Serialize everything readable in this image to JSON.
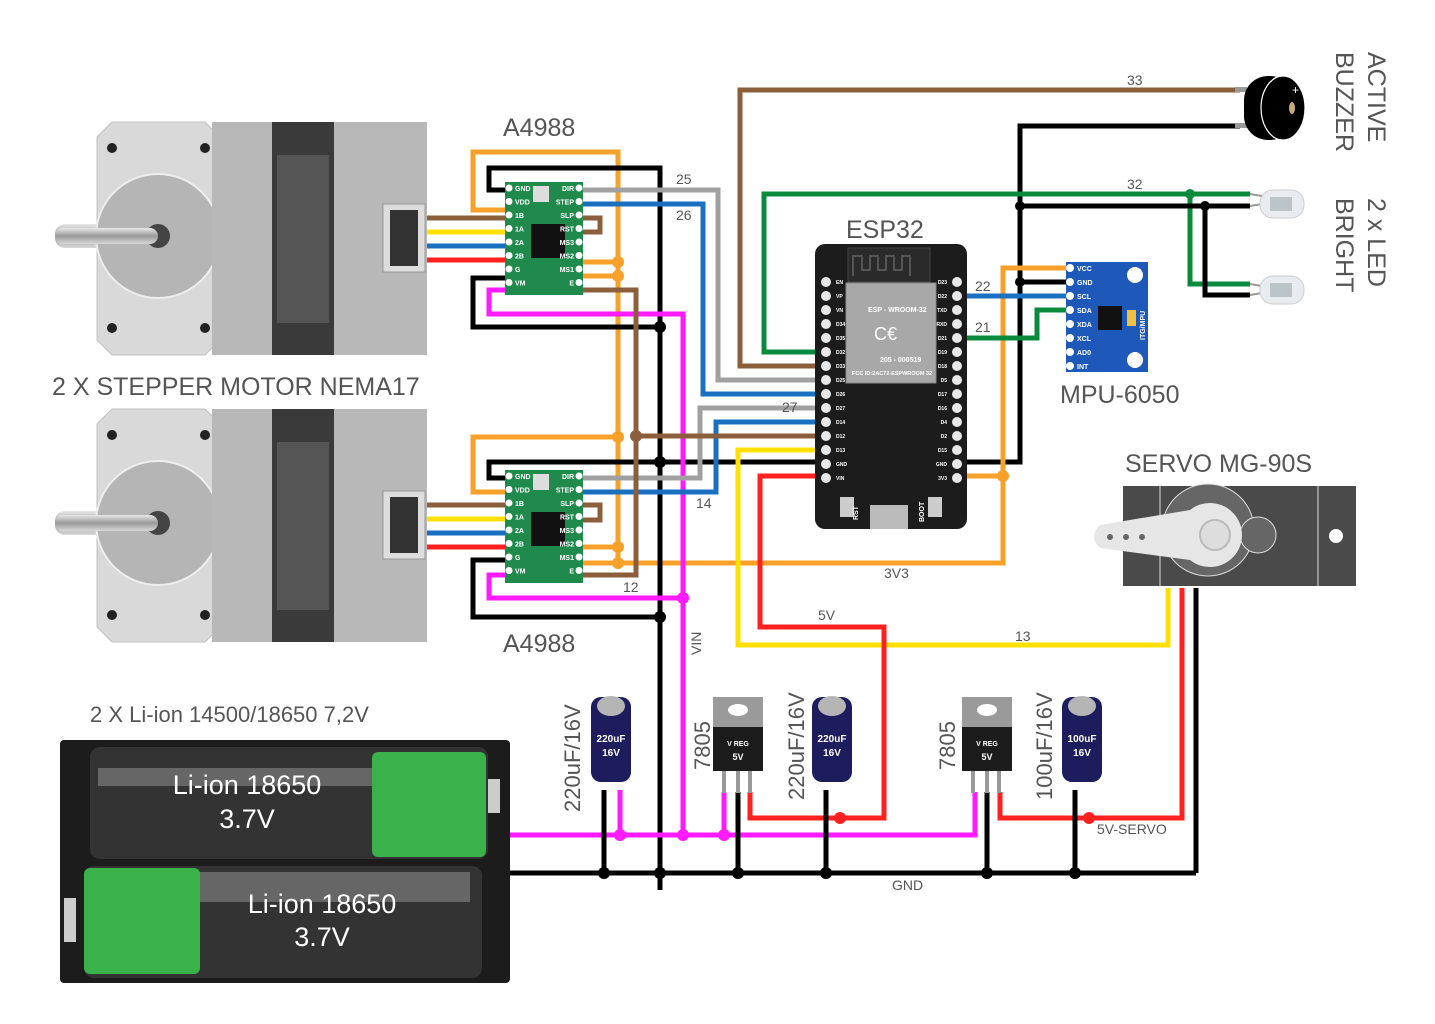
{
  "title": "ESP32 dual stepper robot wiring diagram",
  "colors": {
    "gnd": "#000000",
    "vin": "#ff1aff",
    "v5": "#ff2020",
    "v3": "#f7a02a",
    "brown": "#8b5e3c",
    "yellow": "#ffe000",
    "blue": "#1a6fc0",
    "gray": "#a0a0a0",
    "green": "#0a8a3c",
    "label": "#555555"
  },
  "components": {
    "stepper_label": "2 X STEPPER MOTOR NEMA17",
    "driver_top_label": "A4988",
    "driver_bottom_label": "A4988",
    "driver_pins_left": [
      "GND",
      "VDD",
      "1B",
      "1A",
      "2A",
      "2B",
      "G",
      "VM"
    ],
    "driver_pins_right": [
      "DIR",
      "STEP",
      "SLP",
      "RST",
      "MS3",
      "MS2",
      "MS1",
      "E"
    ],
    "esp32_label": "ESP32",
    "esp32_module_text": [
      "ESP - WROOM-32",
      "205 - 000519",
      "FCC ID:2AC72-ESPWROOM 32"
    ],
    "esp32_pins_left": [
      "EN",
      "VP",
      "VN",
      "D34",
      "D35",
      "D32",
      "D33",
      "D25",
      "D26",
      "D27",
      "D14",
      "D12",
      "D13",
      "GND",
      "VIN"
    ],
    "esp32_pins_right": [
      "D23",
      "D22",
      "TXD",
      "RXD",
      "D21",
      "D19",
      "D18",
      "D5",
      "D17",
      "D16",
      "D4",
      "D2",
      "D15",
      "GND",
      "3V3"
    ],
    "esp32_buttons": [
      "RST",
      "BOOT"
    ],
    "mpu_label": "MPU-6050",
    "mpu_pins": [
      "VCC",
      "GND",
      "SCL",
      "SDA",
      "XDA",
      "XCL",
      "AD0",
      "INT"
    ],
    "mpu_chip_text": "ITG/MPU",
    "buzzer_label_1": "ACTIVE",
    "buzzer_label_2": "BUZZER",
    "buzzer_symbol": "+",
    "led_label_1": "2 x LED",
    "led_label_2": "BRIGHT",
    "servo_label": "SERVO MG-90S",
    "battery_label": "2 X Li-ion 14500/18650 7,2V",
    "cell_name": "Li-ion 18650",
    "cell_voltage": "3.7V",
    "cap1_label": "220uF/16V",
    "cap1_body": [
      "220uF",
      "16V"
    ],
    "reg1_label": "7805",
    "reg_body": [
      "V REG",
      "5V"
    ],
    "cap2_label": "220uF/16V",
    "cap2_body": [
      "220uF",
      "16V"
    ],
    "reg2_label": "7805",
    "cap3_label": "100uF/16V",
    "cap3_body": [
      "100uF",
      "16V"
    ]
  },
  "net_labels": {
    "n33": "33",
    "n32": "32",
    "n25": "25",
    "n26": "26",
    "n22": "22",
    "n21": "21",
    "n27": "27",
    "n14": "14",
    "n12": "12",
    "n3v3": "3V3",
    "n5v": "5V",
    "n13": "13",
    "vin": "VIN",
    "gnd": "GND",
    "servo5v": "5V-SERVO"
  }
}
